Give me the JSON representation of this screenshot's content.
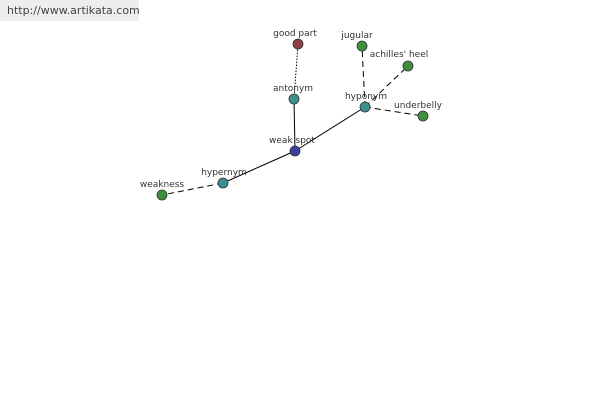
{
  "site": {
    "link_text": "http://www.artikata.com"
  },
  "colors": {
    "center": "#3f3f9f",
    "relation": "#3f8f8f",
    "related": "#3f8f3f",
    "antonym": "#8f3f3f"
  },
  "graph": {
    "center": {
      "label": "weak spot"
    },
    "relations": {
      "antonym": {
        "label": "antonym"
      },
      "hyponym": {
        "label": "hyponym"
      },
      "hypernym": {
        "label": "hypernym"
      }
    },
    "terms": {
      "good_part": {
        "label": "good part"
      },
      "jugular": {
        "label": "jugular"
      },
      "achilles_heel": {
        "label": "achilles' heel"
      },
      "underbelly": {
        "label": "underbelly"
      },
      "weakness": {
        "label": "weakness"
      }
    }
  }
}
